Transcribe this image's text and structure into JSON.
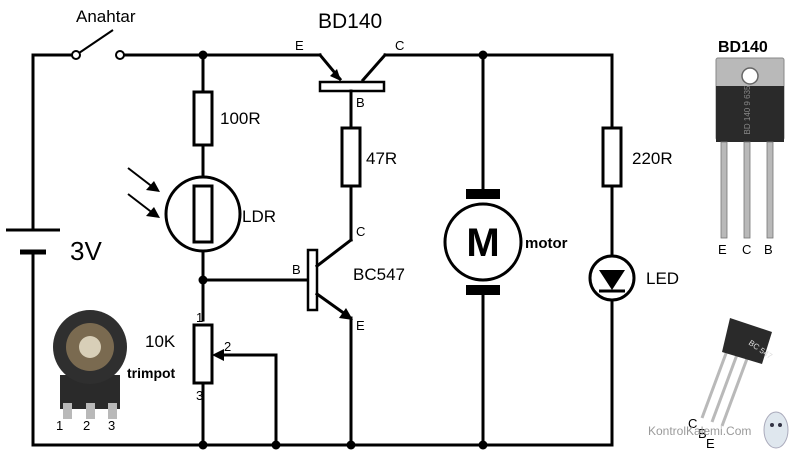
{
  "switch": {
    "label": "Anahtar"
  },
  "battery": {
    "label": "3V"
  },
  "resistors": {
    "r100": "100R",
    "r47": "47R",
    "r220": "220R"
  },
  "ldr": {
    "label": "LDR"
  },
  "trimpot": {
    "value": "10K",
    "label": "trimpot",
    "pin1": "1",
    "pin2": "2",
    "pin3": "3"
  },
  "transistor_bd140": {
    "name": "BD140",
    "e": "E",
    "c": "C",
    "b": "B"
  },
  "transistor_bc547": {
    "name": "BC547",
    "b": "B",
    "c": "C",
    "e": "E"
  },
  "motor": {
    "symbol": "M",
    "label": "motor"
  },
  "led": {
    "label": "LED"
  },
  "photo_bd140": {
    "title": "BD140",
    "pin_e": "E",
    "pin_c": "C",
    "pin_b": "B",
    "body_text": "BD 140 9 635"
  },
  "photo_bc547": {
    "body_text": "BC 547",
    "pin_c": "C",
    "pin_b": "B",
    "pin_e": "E"
  },
  "photo_trimpot": {
    "pin1": "1",
    "pin2": "2",
    "pin3": "3"
  },
  "watermark": "KontrolKalemi.Com",
  "colors": {
    "ink": "#000000",
    "photo_body_dark": "#2a2a2a",
    "photo_metal": "#b9b9b9",
    "watermark": "#9a9a9a"
  }
}
